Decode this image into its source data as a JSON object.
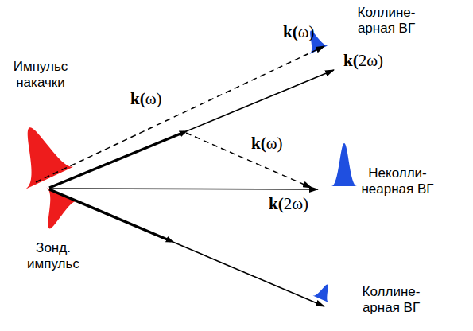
{
  "diagram": {
    "labels": [
      "Импульс накачки",
      "k(ω)",
      "k(2ω)",
      "k(ω)",
      "k(ω)",
      "Коллине- арная ВГ",
      "Неколли- неарная ВГ",
      "k(2ω)",
      "Зонд. импульс",
      "Коллине- арная ВГ"
    ]
  }
}
